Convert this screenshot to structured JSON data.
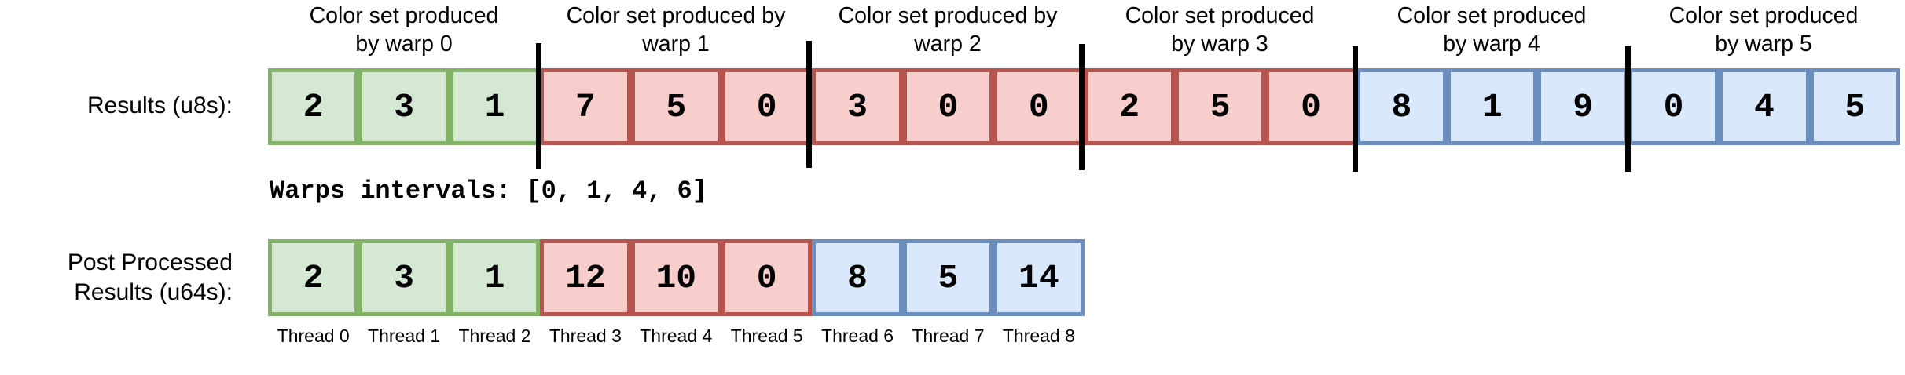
{
  "warp_headers": [
    "Color set produced\nby warp 0",
    "Color set produced by\nwarp 1",
    "Color set produced by\nwarp 2",
    "Color set produced\nby warp 3",
    "Color set produced\nby warp 4",
    "Color set produced\nby warp 5"
  ],
  "results_label": "Results (u8s):",
  "results": [
    {
      "value": "2",
      "color": "green"
    },
    {
      "value": "3",
      "color": "green"
    },
    {
      "value": "1",
      "color": "green"
    },
    {
      "value": "7",
      "color": "red"
    },
    {
      "value": "5",
      "color": "red"
    },
    {
      "value": "0",
      "color": "red"
    },
    {
      "value": "3",
      "color": "red"
    },
    {
      "value": "0",
      "color": "red"
    },
    {
      "value": "0",
      "color": "red"
    },
    {
      "value": "2",
      "color": "red"
    },
    {
      "value": "5",
      "color": "red"
    },
    {
      "value": "0",
      "color": "red"
    },
    {
      "value": "8",
      "color": "blue"
    },
    {
      "value": "1",
      "color": "blue"
    },
    {
      "value": "9",
      "color": "blue"
    },
    {
      "value": "0",
      "color": "blue"
    },
    {
      "value": "4",
      "color": "blue"
    },
    {
      "value": "5",
      "color": "blue"
    }
  ],
  "warp_intervals": "Warps intervals: [0, 1, 4, 6]",
  "post_label": "Post Processed\nResults (u64s):",
  "post_results": [
    {
      "value": "2",
      "color": "green"
    },
    {
      "value": "3",
      "color": "green"
    },
    {
      "value": "1",
      "color": "green"
    },
    {
      "value": "12",
      "color": "red"
    },
    {
      "value": "10",
      "color": "red"
    },
    {
      "value": "0",
      "color": "red"
    },
    {
      "value": "8",
      "color": "blue"
    },
    {
      "value": "5",
      "color": "blue"
    },
    {
      "value": "14",
      "color": "blue"
    }
  ],
  "thread_labels": [
    "Thread 0",
    "Thread 1",
    "Thread 2",
    "Thread 3",
    "Thread 4",
    "Thread 5",
    "Thread 6",
    "Thread 7",
    "Thread 8"
  ],
  "colors": {
    "green_fill": "#d5e8d4",
    "green_border": "#82b366",
    "red_fill": "#f8cecc",
    "red_border": "#b85450",
    "blue_fill": "#dae8fc",
    "blue_border": "#6c8ebf"
  }
}
